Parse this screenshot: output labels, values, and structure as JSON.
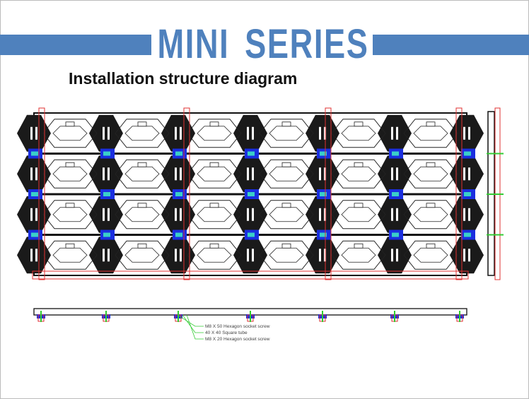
{
  "header": {
    "title": "MINI SERIES",
    "subtitle": "Installation structure diagram"
  },
  "diagram": {
    "cabinet_columns": 6,
    "cabinet_rows": 4,
    "callouts": [
      "M8 X 50 Hexagon socket screw",
      "40 X 40 Square tube",
      "M8 X 20 Hexagon socket screw"
    ]
  },
  "colors": {
    "brand": "#4f81bd",
    "tube": "#e03030",
    "bracket": "#1a2ee0",
    "callout": "#33cc33"
  }
}
